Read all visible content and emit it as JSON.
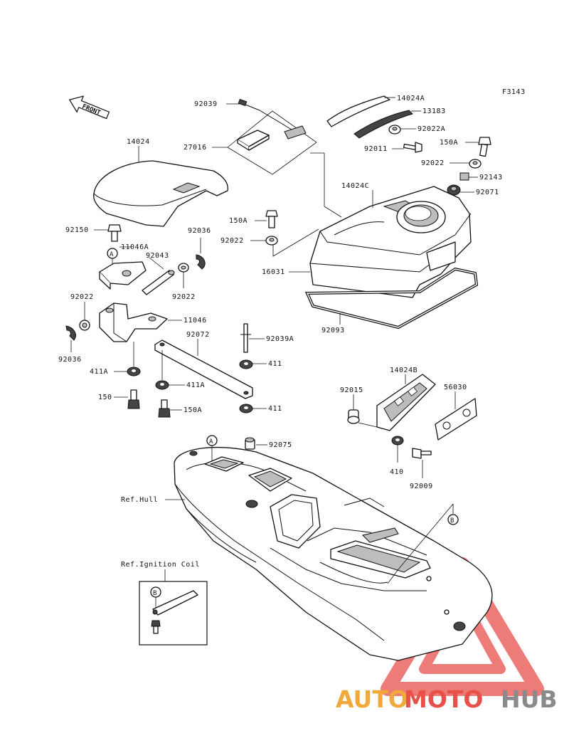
{
  "figure_code": "F3143",
  "front_label": "FRONT",
  "labels": {
    "p92039": "92039",
    "p27016": "27016",
    "p14024": "14024",
    "p14024A": "14024A",
    "p13183": "13183",
    "p92022A": "92022A",
    "p92011": "92011",
    "p150A_1": "150A",
    "p92022_1": "92022",
    "p92143": "92143",
    "p14024C": "14024C",
    "p92071": "92071",
    "p150A_2": "150A",
    "p92022_2": "92022",
    "p16031": "16031",
    "p92093": "92093",
    "p92150": "92150",
    "p11046A": "11046A",
    "p92043": "92043",
    "p92036_1": "92036",
    "p92022_3": "92022",
    "p92022_4": "92022",
    "p11046": "11046",
    "p92072": "92072",
    "p92039A": "92039A",
    "p92036_2": "92036",
    "p411A_1": "411A",
    "p411_1": "411",
    "p411A_2": "411A",
    "p150": "150",
    "p150A_3": "150A",
    "p411_2": "411",
    "p14024B": "14024B",
    "p92015": "92015",
    "p56030": "56030",
    "p92075": "92075",
    "p410": "410",
    "p92009": "92009",
    "ref_hull": "Ref.Hull",
    "ref_ignition": "Ref.Ignition Coil"
  },
  "callouts": {
    "a_upper": "A",
    "a_lower": "A",
    "b_hull": "B",
    "b_inset": "B"
  },
  "watermark": {
    "part1": "AUTO",
    "part2": "MOTO",
    "part3": "HUB",
    "color1": "#f2a93b",
    "color2": "#e8504a",
    "color3": "#8a8a8a",
    "triangle_color": "#e8504a"
  }
}
